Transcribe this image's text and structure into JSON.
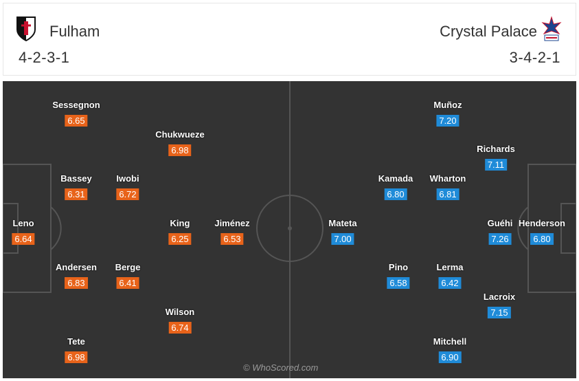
{
  "home": {
    "name": "Fulham",
    "formation": "4-2-3-1",
    "crest": "fulham-crest-icon",
    "color": "#e8631a",
    "players": [
      {
        "id": "sessegnon",
        "name": "Sessegnon",
        "rating": "6.65"
      },
      {
        "id": "chukwueze",
        "name": "Chukwueze",
        "rating": "6.98"
      },
      {
        "id": "bassey",
        "name": "Bassey",
        "rating": "6.31"
      },
      {
        "id": "iwobi",
        "name": "Iwobi",
        "rating": "6.72"
      },
      {
        "id": "leno",
        "name": "Leno",
        "rating": "6.64"
      },
      {
        "id": "king",
        "name": "King",
        "rating": "6.25"
      },
      {
        "id": "jimenez",
        "name": "Jiménez",
        "rating": "6.53"
      },
      {
        "id": "andersen",
        "name": "Andersen",
        "rating": "6.83"
      },
      {
        "id": "berge",
        "name": "Berge",
        "rating": "6.41"
      },
      {
        "id": "wilson",
        "name": "Wilson",
        "rating": "6.74"
      },
      {
        "id": "tete",
        "name": "Tete",
        "rating": "6.98"
      }
    ]
  },
  "away": {
    "name": "Crystal Palace",
    "formation": "3-4-2-1",
    "crest": "crystal-palace-crest-icon",
    "color": "#1f8bd8",
    "players": [
      {
        "id": "munoz",
        "name": "Muñoz",
        "rating": "7.20"
      },
      {
        "id": "richards",
        "name": "Richards",
        "rating": "7.11"
      },
      {
        "id": "kamada",
        "name": "Kamada",
        "rating": "6.80"
      },
      {
        "id": "wharton",
        "name": "Wharton",
        "rating": "6.81"
      },
      {
        "id": "mateta",
        "name": "Mateta",
        "rating": "7.00"
      },
      {
        "id": "guehi",
        "name": "Guéhi",
        "rating": "7.26"
      },
      {
        "id": "henderson",
        "name": "Henderson",
        "rating": "6.80"
      },
      {
        "id": "pino",
        "name": "Pino",
        "rating": "6.58"
      },
      {
        "id": "lerma",
        "name": "Lerma",
        "rating": "6.42"
      },
      {
        "id": "lacroix",
        "name": "Lacroix",
        "rating": "7.15"
      },
      {
        "id": "mitchell",
        "name": "Mitchell",
        "rating": "6.90"
      }
    ]
  },
  "pitch_color": "#333333",
  "watermark": "© WhoScored.com"
}
